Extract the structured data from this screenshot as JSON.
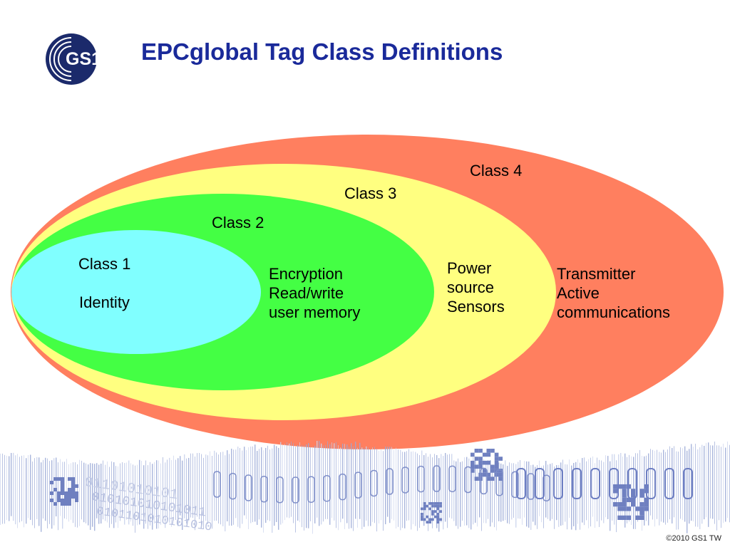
{
  "header": {
    "title": "EPCglobal Tag Class Definitions",
    "logo_text": "GS1"
  },
  "diagram": {
    "classes": [
      {
        "label": "Class 4",
        "features": [
          "Transmitter",
          "Active",
          "communications"
        ],
        "color": "#ff7f5f"
      },
      {
        "label": "Class 3",
        "features": [
          "Power",
          "source",
          "Sensors"
        ],
        "color": "#ffff80"
      },
      {
        "label": "Class 2",
        "features": [
          "Encryption",
          "Read/write",
          "user memory"
        ],
        "color": "#44ff44"
      },
      {
        "label": "Class 1",
        "features": [
          "Identity"
        ],
        "color": "#80ffff"
      }
    ]
  },
  "footer": {
    "copyright": "©2010 GS1 TW",
    "binary_text": [
      "01101010101",
      "010101010101011",
      "0101101010101010"
    ]
  }
}
